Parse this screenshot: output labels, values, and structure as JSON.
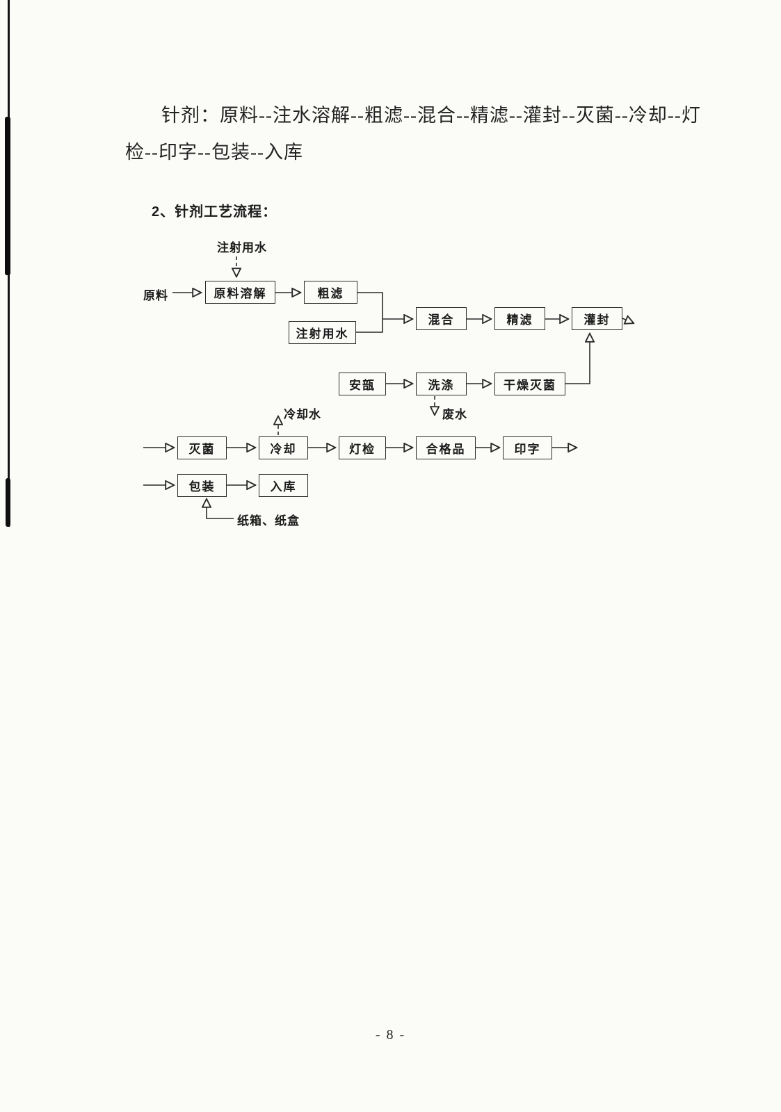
{
  "colors": {
    "ink": "#222222",
    "paper": "#fbfbf8"
  },
  "document": {
    "paragraph_line1": "针剂：原料--注水溶解--粗滤--混合--精滤--灌封--灭菌--冷却--灯",
    "paragraph_line2": "检--印字--包装--入库",
    "section_heading": "2、针剂工艺流程：",
    "page_number": "- 8 -"
  },
  "flowchart": {
    "labels": {
      "injection_water_top": "注射用水",
      "raw_material": "原料",
      "dissolve": "原料溶解",
      "coarse_filter": "粗滤",
      "injection_water_box": "注射用水",
      "mix": "混合",
      "fine_filter": "精滤",
      "fill_seal": "灌封",
      "ampoule": "安瓿",
      "wash": "洗涤",
      "dry_sterilize": "干燥灭菌",
      "waste_water": "废水",
      "cooling_water": "冷却水",
      "sterilize": "灭菌",
      "cool": "冷却",
      "lamp_inspect": "灯检",
      "qualified": "合格品",
      "print": "印字",
      "pack": "包装",
      "warehouse": "入库",
      "carton": "纸箱、纸盒"
    }
  }
}
